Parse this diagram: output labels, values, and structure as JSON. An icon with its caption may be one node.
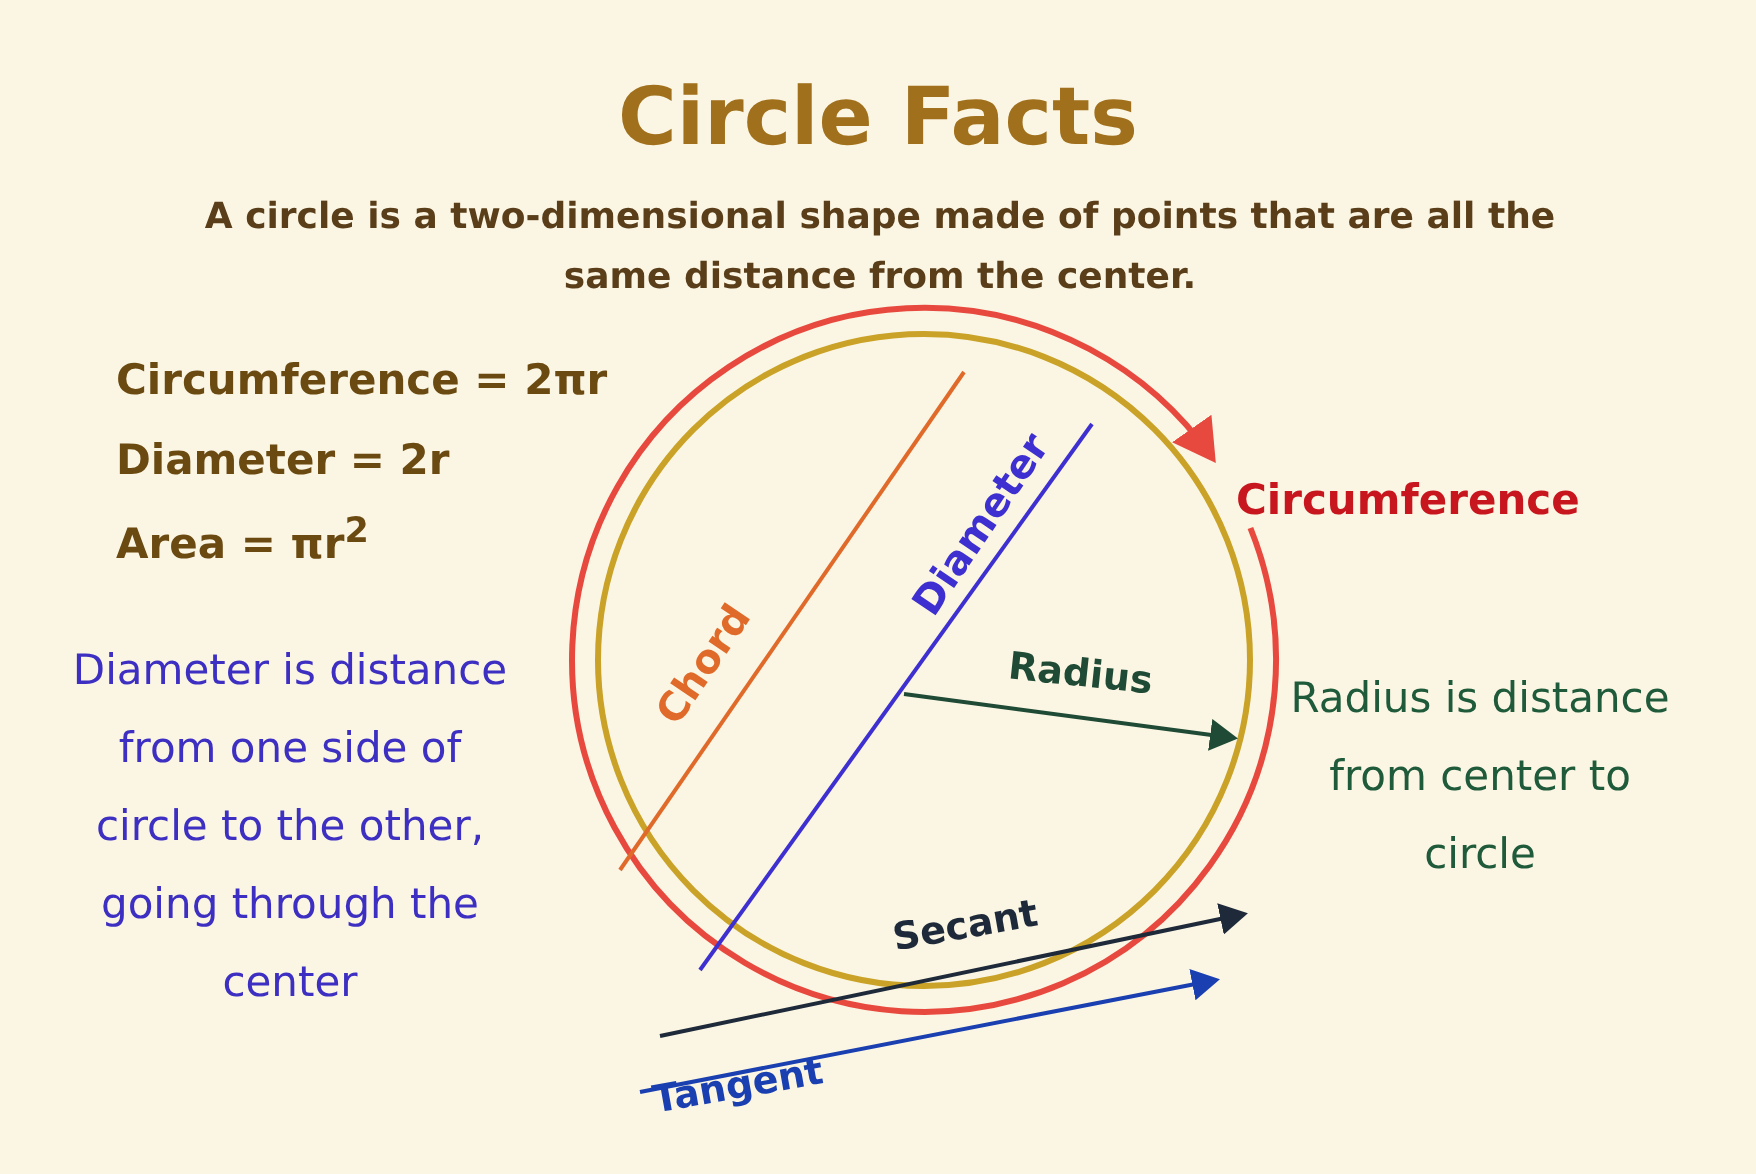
{
  "diagram": {
    "title": "Circle Facts",
    "labels": [
      "A circle is a two-dimensional shape made of points that are all the same distance from the center.",
      "Circumference = 2πr",
      "Diameter = 2r",
      "Area = πr$^{2}$",
      "Diameter is distance from one side of circle to the other, going through the center",
      "Radius is distance from center to circle",
      "Circumference",
      "Chord",
      "Diameter",
      "Radius",
      "Secant",
      "Tangent"
    ]
  }
}
